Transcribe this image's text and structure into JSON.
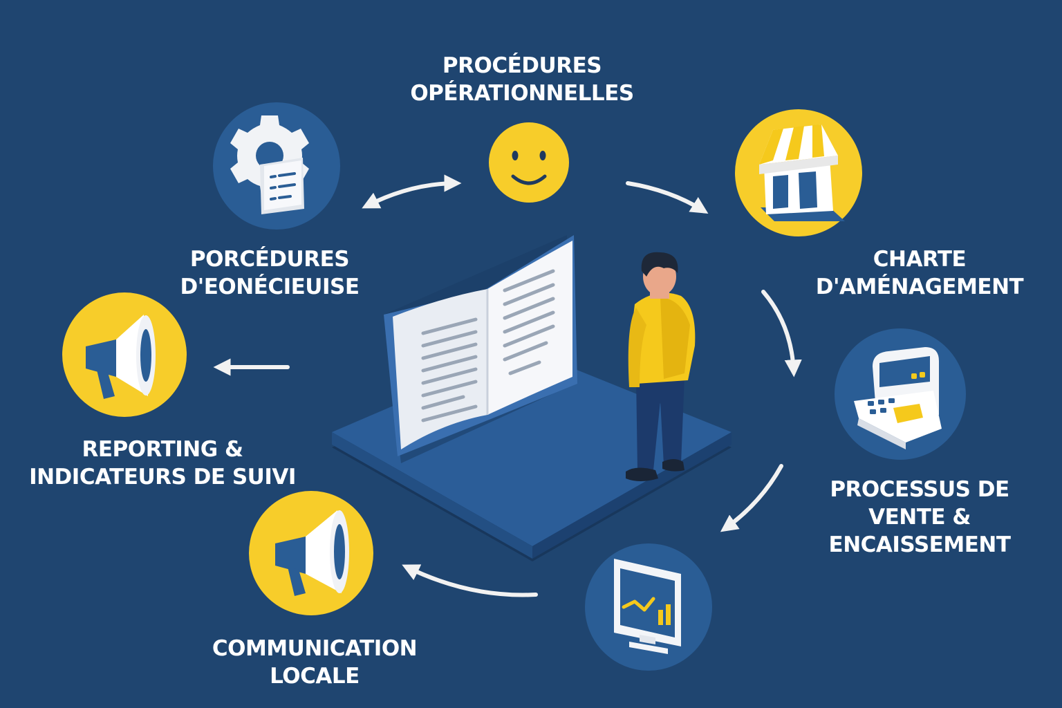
{
  "colors": {
    "background": "#1f4570",
    "circle_blue": "#2a5d95",
    "circle_yellow": "#f7cd2a",
    "accent_yellow": "#f5c91c",
    "white": "#ffffff",
    "arrow": "#f2f2f2"
  },
  "nodes": {
    "procedures_ops": {
      "line1": "PROCÉDURES",
      "line2": "OPÉRATIONNELLES",
      "icon": "smiley-icon"
    },
    "charte": {
      "line1": "CHARTE",
      "line2": "D'AMÉNAGEMENT",
      "icon": "storefront-icon"
    },
    "vente": {
      "line1": "PROCESSUS DE",
      "line2": "VENTE &",
      "line3": "ENCAISSEMENT",
      "icon": "cash-register-icon"
    },
    "monitor": {
      "icon": "monitor-chart-icon"
    },
    "communication": {
      "line1": "COMMUNICATION",
      "line2": "LOCALE",
      "icon": "megaphone-icon"
    },
    "reporting": {
      "line1": "REPORTING &",
      "line2": "INDICATEURS DE SUIVI",
      "icon": "megaphone-icon"
    },
    "procedures_gear": {
      "line1": "PORCÉDURES",
      "line2": "D'EONÉCIEUISE",
      "icon": "gear-document-icon"
    }
  },
  "center": {
    "icon": "open-book-icon",
    "figure": "person-icon"
  }
}
